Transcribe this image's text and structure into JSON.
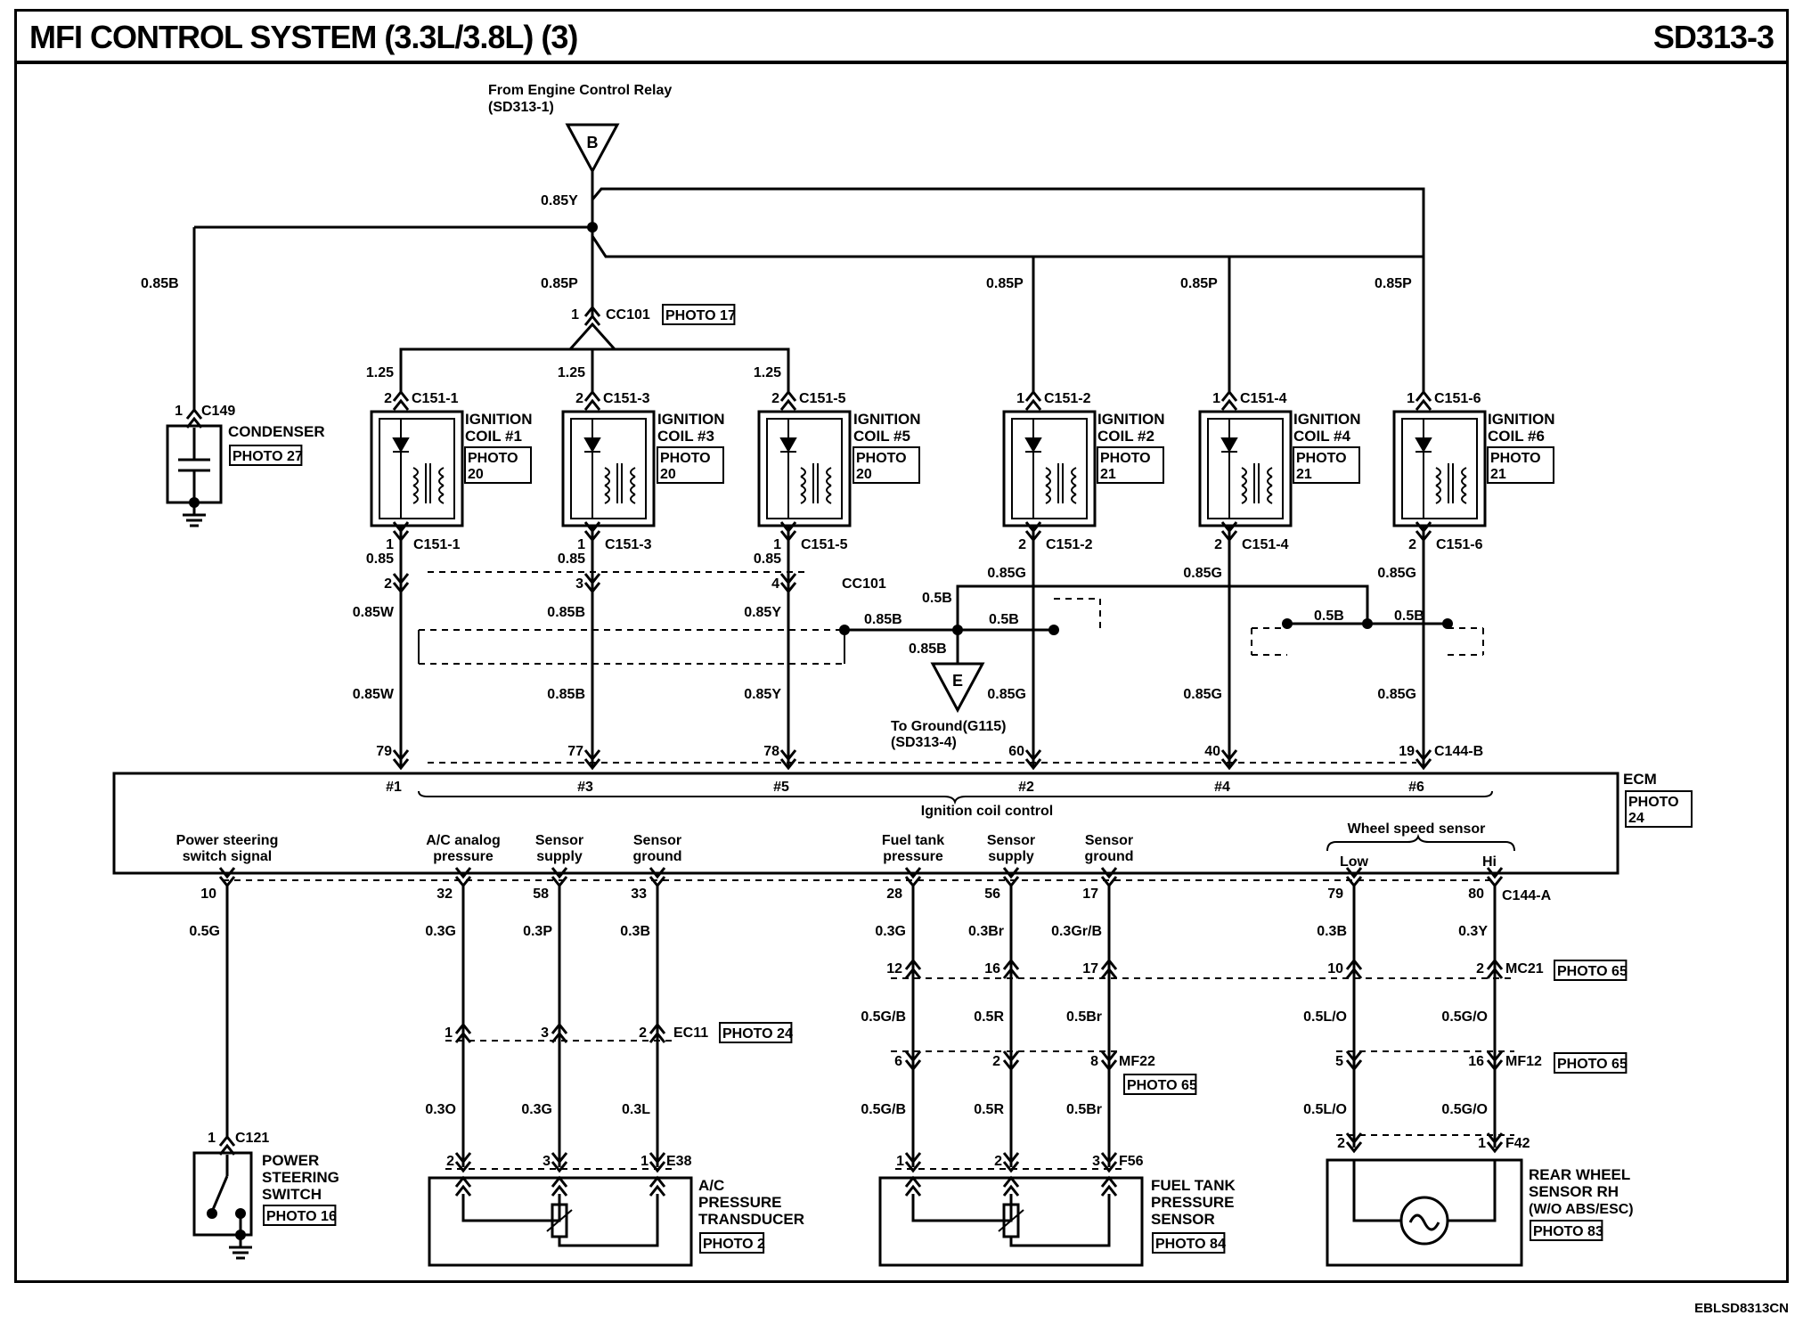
{
  "header": {
    "title": "MFI CONTROL SYSTEM (3.3L/3.8L) (3)",
    "code": "SD313-3"
  },
  "footer": {
    "code": "EBLSD8313CN"
  },
  "source": {
    "line1": "From Engine Control Relay",
    "line2": "(SD313-1)",
    "connector": "B",
    "wire": "0.85Y"
  },
  "feed_wires": {
    "condenser": "0.85B",
    "cc101": "0.85P",
    "coil2": "0.85P",
    "coil4": "0.85P",
    "coil6": "0.85P"
  },
  "cc101_top": {
    "pin": "1",
    "name": "CC101",
    "photo": "PHOTO 17"
  },
  "condenser": {
    "pin": "1",
    "connector": "C149",
    "label": "CONDENSER",
    "photo": "PHOTO 27"
  },
  "coils": [
    {
      "id": "c1",
      "branch": "1.25",
      "top_pin": "2",
      "top_conn": "C151-1",
      "name1": "IGNITION",
      "name2": "COIL #1",
      "photo1": "PHOTO",
      "photo2": "20",
      "bot_pin": "1",
      "bot_conn": "C151-1",
      "wire_a": "0.85",
      "cc_pin": "2",
      "wire_b": "0.85W",
      "wire_c": "0.85W",
      "ecm_pin": "79",
      "ecm_label": "#1"
    },
    {
      "id": "c3",
      "branch": "1.25",
      "top_pin": "2",
      "top_conn": "C151-3",
      "name1": "IGNITION",
      "name2": "COIL #3",
      "photo1": "PHOTO",
      "photo2": "20",
      "bot_pin": "1",
      "bot_conn": "C151-3",
      "wire_a": "0.85",
      "cc_pin": "3",
      "wire_b": "0.85B",
      "wire_c": "0.85B",
      "ecm_pin": "77",
      "ecm_label": "#3"
    },
    {
      "id": "c5",
      "branch": "1.25",
      "top_pin": "2",
      "top_conn": "C151-5",
      "name1": "IGNITION",
      "name2": "COIL #5",
      "photo1": "PHOTO",
      "photo2": "20",
      "bot_pin": "1",
      "bot_conn": "C151-5",
      "wire_a": "0.85",
      "cc_pin": "4",
      "wire_b": "0.85Y",
      "wire_c": "0.85Y",
      "ecm_pin": "78",
      "ecm_label": "#5"
    },
    {
      "id": "c2",
      "branch": "",
      "top_pin": "1",
      "top_conn": "C151-2",
      "name1": "IGNITION",
      "name2": "COIL #2",
      "photo1": "PHOTO",
      "photo2": "21",
      "bot_pin": "2",
      "bot_conn": "C151-2",
      "wire_a": "",
      "cc_pin": "",
      "wire_b": "0.85G",
      "wire_c": "0.85G",
      "ecm_pin": "60",
      "ecm_label": "#2"
    },
    {
      "id": "c4",
      "branch": "",
      "top_pin": "1",
      "top_conn": "C151-4",
      "name1": "IGNITION",
      "name2": "COIL #4",
      "photo1": "PHOTO",
      "photo2": "21",
      "bot_pin": "2",
      "bot_conn": "C151-4",
      "wire_a": "",
      "cc_pin": "",
      "wire_b": "0.85G",
      "wire_c": "0.85G",
      "ecm_pin": "40",
      "ecm_label": "#4"
    },
    {
      "id": "c6",
      "branch": "",
      "top_pin": "1",
      "top_conn": "C151-6",
      "name1": "IGNITION",
      "name2": "COIL #6",
      "photo1": "PHOTO",
      "photo2": "21",
      "bot_pin": "2",
      "bot_conn": "C151-6",
      "wire_a": "",
      "cc_pin": "",
      "wire_b": "0.85G",
      "wire_c": "0.85G",
      "ecm_pin": "19",
      "ecm_label": "#6"
    }
  ],
  "cc101_bottom": {
    "name": "CC101"
  },
  "shield": {
    "w1": "0.5B",
    "w2": "0.85B",
    "w3": "0.5B",
    "w4": "0.85B",
    "w5": "0.5B",
    "w6": "0.5B"
  },
  "ground": {
    "connector": "E",
    "line1": "To Ground(G115)",
    "line2": "(SD313-4)"
  },
  "ecm": {
    "name": "ECM",
    "photo1": "PHOTO",
    "photo2": "24",
    "top_conn": "C144-B",
    "bottom_conn": "C144-A",
    "coil_control": "Ignition coil control",
    "wheel_speed": "Wheel speed sensor",
    "low": "Low",
    "hi": "Hi"
  },
  "ecm_inputs": [
    {
      "id": "ps",
      "l1": "Power steering",
      "l2": "switch signal",
      "pin": "10",
      "wire": "0.5G"
    },
    {
      "id": "ac1",
      "l1": "A/C analog",
      "l2": "pressure",
      "pin": "32",
      "wire": "0.3G"
    },
    {
      "id": "ac2",
      "l1": "Sensor",
      "l2": "supply",
      "pin": "58",
      "wire": "0.3P"
    },
    {
      "id": "ac3",
      "l1": "Sensor",
      "l2": "ground",
      "pin": "33",
      "wire": "0.3B"
    },
    {
      "id": "ft1",
      "l1": "Fuel tank",
      "l2": "pressure",
      "pin": "28",
      "wire": "0.3G"
    },
    {
      "id": "ft2",
      "l1": "Sensor",
      "l2": "supply",
      "pin": "56",
      "wire": "0.3Br"
    },
    {
      "id": "ft3",
      "l1": "Sensor",
      "l2": "ground",
      "pin": "17",
      "wire": "0.3Gr/B"
    },
    {
      "id": "ws1",
      "l1": "",
      "l2": "",
      "pin": "79",
      "wire": "0.3B"
    },
    {
      "id": "ws2",
      "l1": "",
      "l2": "",
      "pin": "80",
      "wire": "0.3Y"
    }
  ],
  "ps_switch": {
    "pin": "1",
    "connector": "C121",
    "l1": "POWER",
    "l2": "STEERING",
    "l3": "SWITCH",
    "photo": "PHOTO 16"
  },
  "ec11": {
    "name": "EC11",
    "photo": "PHOTO 24",
    "pins": [
      "1",
      "3",
      "2"
    ],
    "wires": [
      "0.3O",
      "0.3G",
      "0.3L"
    ]
  },
  "e38": {
    "connector": "E38",
    "pins": [
      "2",
      "3",
      "1"
    ],
    "l1": "A/C",
    "l2": "PRESSURE",
    "l3": "TRANSDUCER",
    "photo": "PHOTO 2"
  },
  "mc21": {
    "name": "MC21",
    "photo": "PHOTO 65",
    "pins": [
      "12",
      "16",
      "17",
      "10",
      "2"
    ],
    "wires": [
      "0.5G/B",
      "0.5R",
      "0.5Br",
      "0.5L/O",
      "0.5G/O"
    ]
  },
  "mf22": {
    "name": "MF22",
    "photo": "PHOTO 65",
    "pins": [
      "6",
      "2",
      "8"
    ],
    "wires": [
      "0.5G/B",
      "0.5R",
      "0.5Br"
    ]
  },
  "mf12": {
    "name": "MF12",
    "photo": "PHOTO 65",
    "pins": [
      "5",
      "16"
    ],
    "wires": [
      "0.5L/O",
      "0.5G/O"
    ]
  },
  "f56": {
    "connector": "F56",
    "pins": [
      "1",
      "2",
      "3"
    ],
    "l1": "FUEL TANK",
    "l2": "PRESSURE",
    "l3": "SENSOR",
    "photo": "PHOTO 84"
  },
  "f42": {
    "connector": "F42",
    "pins": [
      "2",
      "1"
    ],
    "l1": "REAR WHEEL",
    "l2": "SENSOR RH",
    "l3": "(W/O ABS/ESC)",
    "photo": "PHOTO 83"
  }
}
